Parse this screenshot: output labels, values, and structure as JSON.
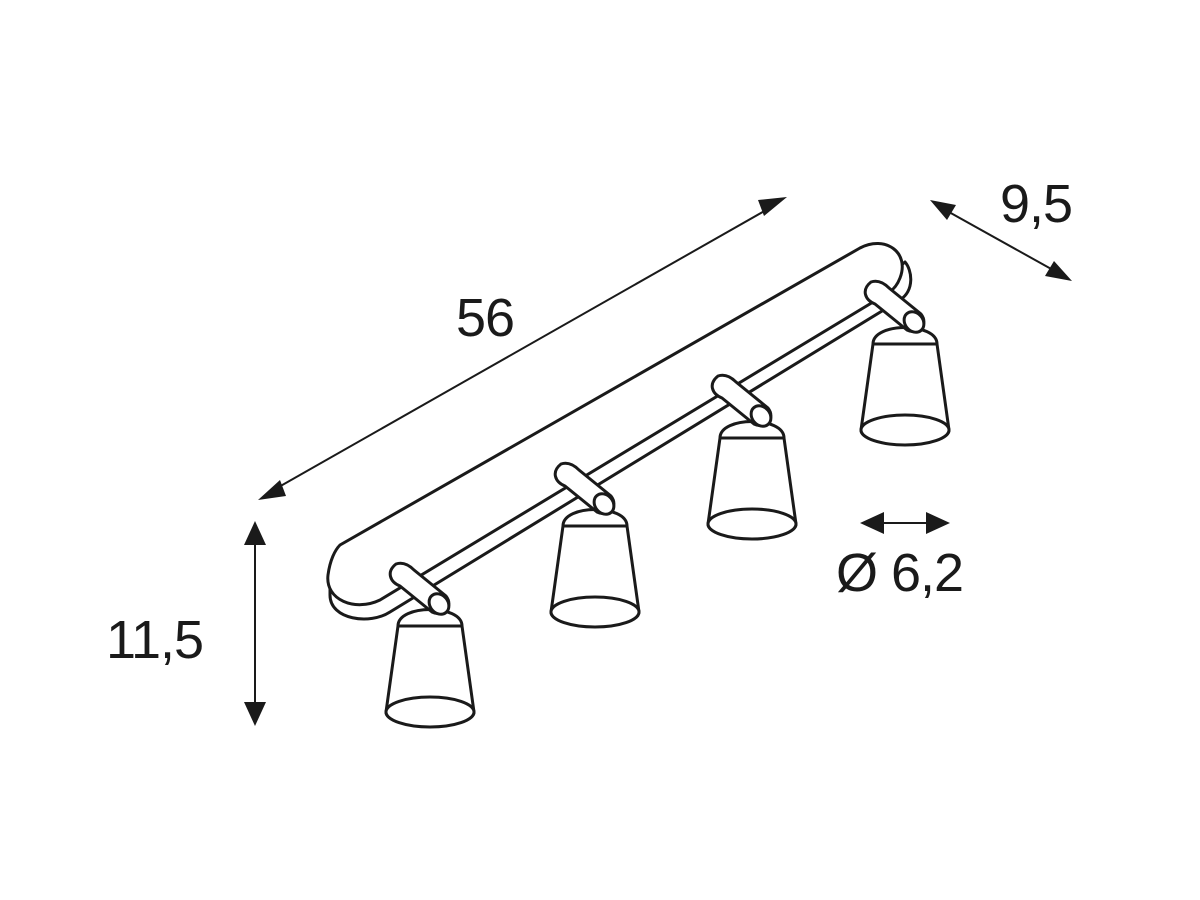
{
  "dimensions": {
    "length": "56",
    "depth": "9,5",
    "height": "11,5",
    "diameter": "Ø 6,2"
  },
  "product": {
    "spot_count": 4
  },
  "colors": {
    "line": "#1a1a1a",
    "background": "#ffffff"
  }
}
